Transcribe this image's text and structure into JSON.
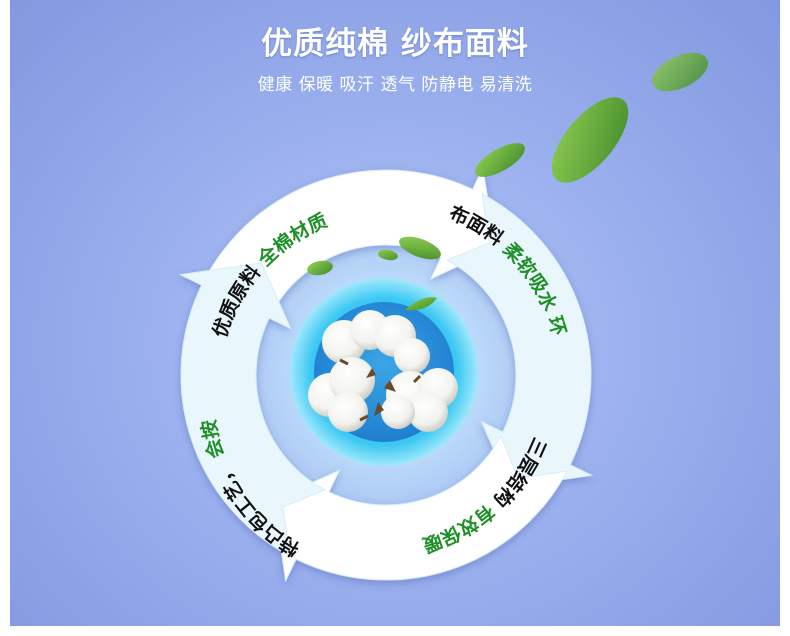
{
  "header": {
    "title": "优质纯棉 纱布面料",
    "subtitle": "健康 保暖 吸汗 透气 防静电 易清洗"
  },
  "cycle": {
    "segments": [
      {
        "black": "优质原料",
        "green": "全棉材质"
      },
      {
        "black": "纱布面料",
        "green": "柔软吸水 环保"
      },
      {
        "black": "三层结构",
        "green": "有效保暖"
      },
      {
        "black": "独特凸包工艺，",
        "green": "会按摩"
      }
    ]
  },
  "colors": {
    "title": "#ffffff",
    "segment_black": "#111111",
    "segment_green": "#1f8f28",
    "center_ring": "#35d0f0"
  },
  "icons": [
    "cotton-boll-image",
    "leaf-icon"
  ]
}
